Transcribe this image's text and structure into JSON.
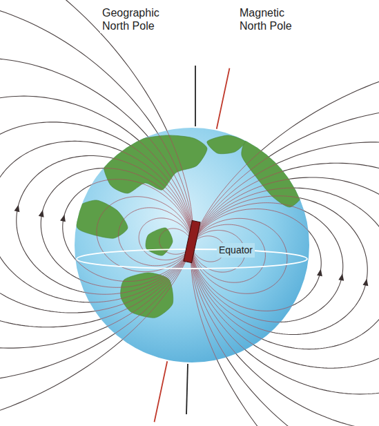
{
  "diagram": {
    "labels": [
      "Geographic North Pole",
      "Magnetic North Pole",
      "Equator"
    ]
  }
}
